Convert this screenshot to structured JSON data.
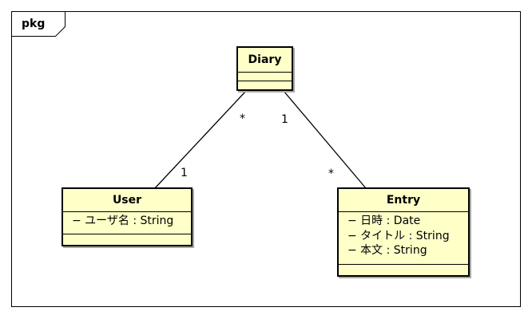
{
  "frame": {
    "label": "pkg"
  },
  "classes": {
    "diary": {
      "name": "Diary"
    },
    "user": {
      "name": "User",
      "attributes": [
        "− ユーザ名 : String"
      ]
    },
    "entry": {
      "name": "Entry",
      "attributes": [
        "− 日時 : Date",
        "− タイトル : String",
        "− 本文 : String"
      ]
    }
  },
  "associations": [
    {
      "from": "Diary",
      "to": "User",
      "from_multiplicity": "*",
      "to_multiplicity": "1"
    },
    {
      "from": "Diary",
      "to": "Entry",
      "from_multiplicity": "1",
      "to_multiplicity": "*"
    }
  ],
  "colors": {
    "class_fill": "#ffffc8",
    "line": "#000000",
    "shadow": "#a8a8a8"
  }
}
